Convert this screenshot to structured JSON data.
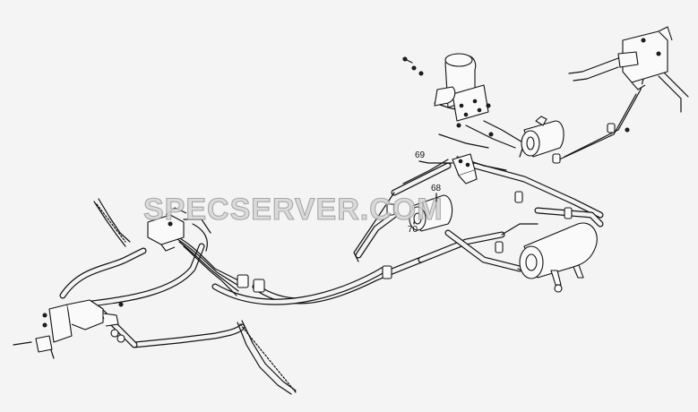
{
  "diagram": {
    "watermark": "SPECSERVER.COM",
    "callouts": [
      {
        "id": "69",
        "text": "69"
      },
      {
        "id": "68",
        "text": "68"
      },
      {
        "id": "70",
        "text": "70"
      }
    ]
  }
}
